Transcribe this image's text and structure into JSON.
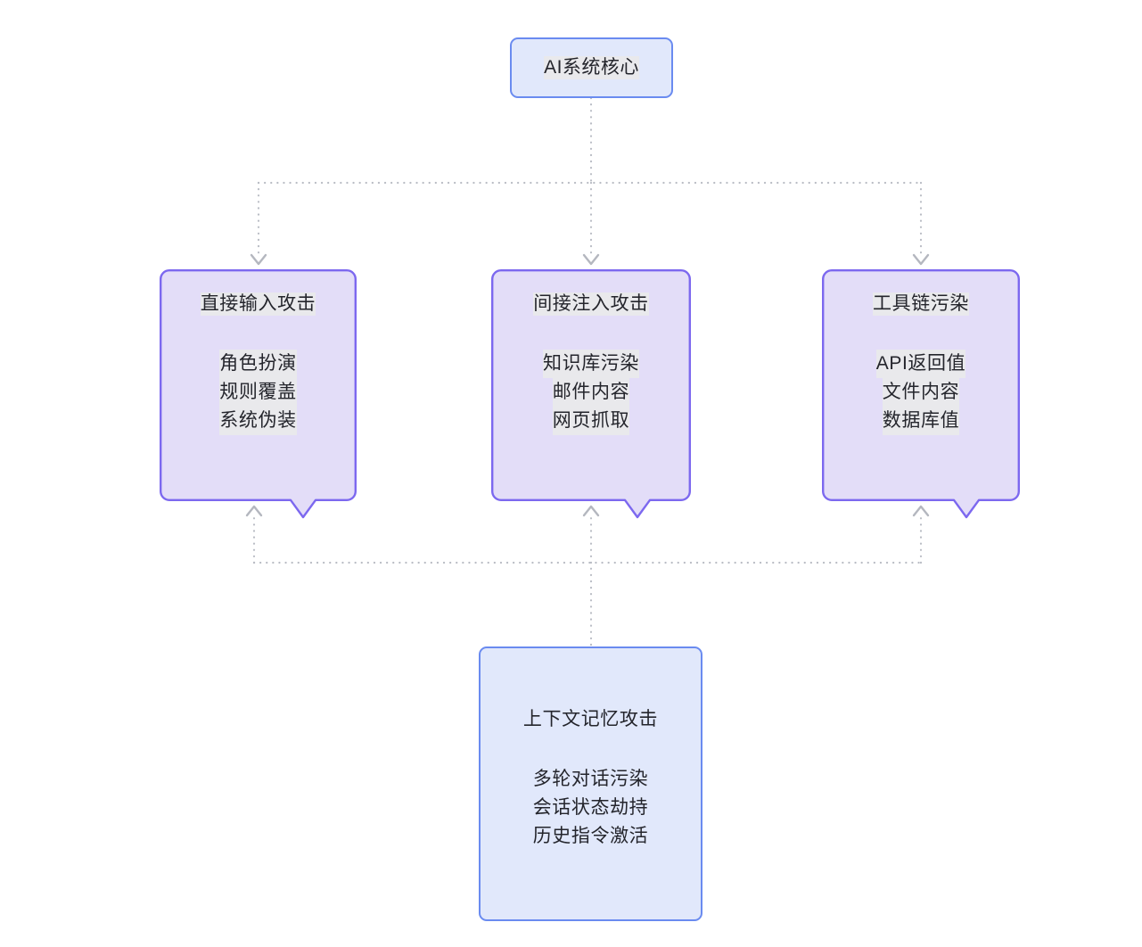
{
  "diagram": {
    "type": "flowchart",
    "direction": "top-down",
    "background": "#ffffff",
    "palette": {
      "purple_fill": "#e3ddf8",
      "purple_border": "#7c68ef",
      "blue_fill": "#e1e8fb",
      "blue_border": "#6a8bf0",
      "edge_color": "#b9bcc4",
      "text_color": "#24252c",
      "text_highlight": "#e9e9ec"
    },
    "root": {
      "id": "ai-core",
      "title": "AI系统核心",
      "shape": "rounded-rect",
      "style": "blue"
    },
    "attack_nodes": [
      {
        "id": "direct-input-attack",
        "title": "直接输入攻击",
        "shape": "speech-bubble",
        "style": "purple",
        "items": [
          "角色扮演",
          "规则覆盖",
          "系统伪装"
        ]
      },
      {
        "id": "indirect-injection-attack",
        "title": "间接注入攻击",
        "shape": "speech-bubble",
        "style": "purple",
        "items": [
          "知识库污染",
          "邮件内容",
          "网页抓取"
        ]
      },
      {
        "id": "toolchain-poisoning",
        "title": "工具链污染",
        "shape": "speech-bubble",
        "style": "purple",
        "items": [
          "API返回值",
          "文件内容",
          "数据库值"
        ]
      }
    ],
    "memory_node": {
      "id": "context-memory-attack",
      "title": "上下文记忆攻击",
      "shape": "rounded-rect",
      "style": "blue",
      "items": [
        "多轮对话污染",
        "会话状态劫持",
        "历史指令激活"
      ]
    },
    "edges": [
      {
        "from": "ai-core",
        "to": "direct-input-attack",
        "style": "dotted",
        "arrow": "down"
      },
      {
        "from": "ai-core",
        "to": "indirect-injection-attack",
        "style": "dotted",
        "arrow": "down"
      },
      {
        "from": "ai-core",
        "to": "toolchain-poisoning",
        "style": "dotted",
        "arrow": "down"
      },
      {
        "from": "context-memory-attack",
        "to": "direct-input-attack",
        "style": "dotted",
        "arrow": "up"
      },
      {
        "from": "context-memory-attack",
        "to": "indirect-injection-attack",
        "style": "dotted",
        "arrow": "up"
      },
      {
        "from": "context-memory-attack",
        "to": "toolchain-poisoning",
        "style": "dotted",
        "arrow": "up"
      }
    ]
  }
}
